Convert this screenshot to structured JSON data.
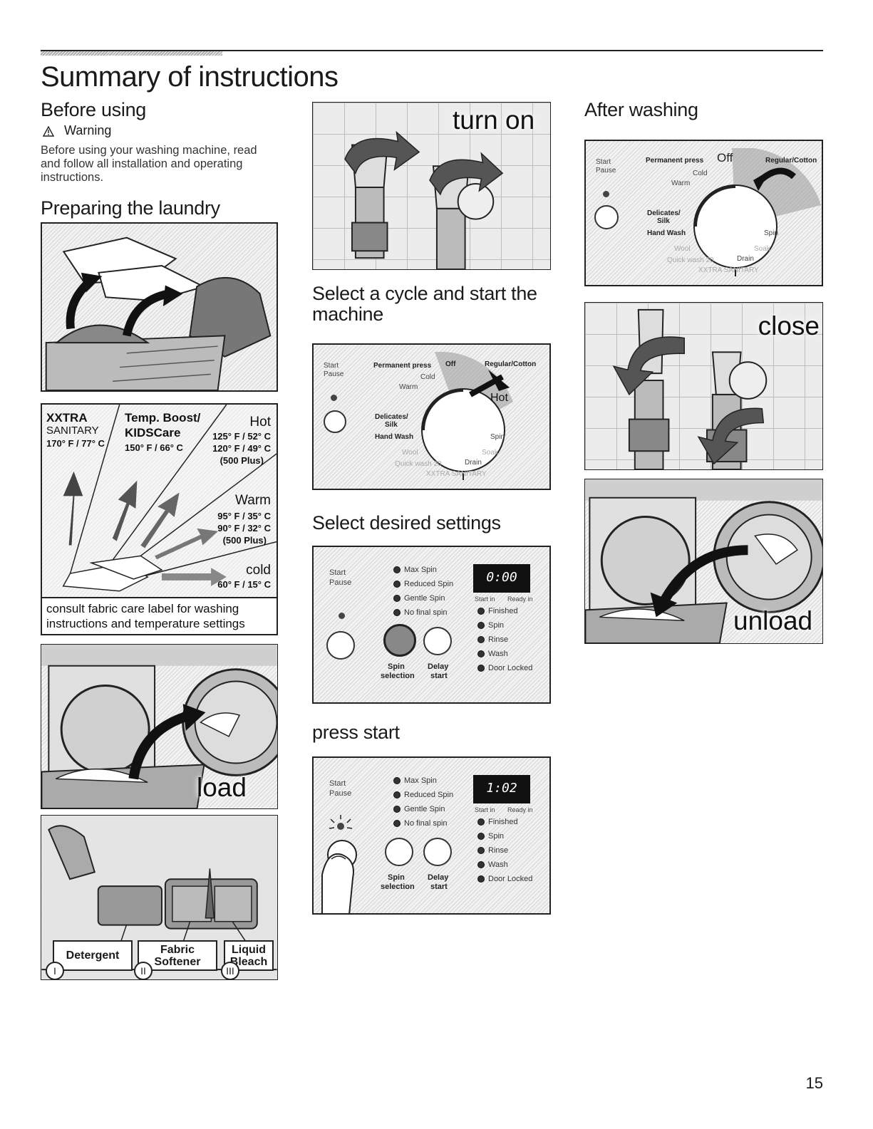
{
  "page": {
    "title": "Summary of instructions",
    "page_number": "15"
  },
  "before_using": {
    "heading": "Before using",
    "warning_label": "Warning",
    "text": "Before using your washing machine, read and follow all installation and operating instructions."
  },
  "preparing": {
    "heading": "Preparing the laundry",
    "temperatures": {
      "xxtra": "XXTRA",
      "sanitary": "SANITARY",
      "sanitary_temp": "170° F / 77° C",
      "boost": "Temp. Boost/",
      "kidscare": "KIDSCare",
      "kidscare_temp": "150° F / 66° C",
      "hot": "Hot",
      "hot_temp1": "125° F / 52° C",
      "hot_temp2": "120° F / 49° C",
      "hot_note": "(500 Plus)",
      "warm": "Warm",
      "warm_temp1": "95° F / 35° C",
      "warm_temp2": "90° F / 32° C",
      "warm_note": "(500 Plus)",
      "cold": "cold",
      "cold_temp": "60° F / 15° C"
    },
    "consult": "consult fabric care label for washing instructions and temperature settings",
    "load_label": "load",
    "dispenser": {
      "detergent": "Detergent",
      "softener": "Fabric Softener",
      "bleach": "Liquid Bleach",
      "n1": "I",
      "n2": "II",
      "n3": "III"
    }
  },
  "middle": {
    "turn_on": "turn on",
    "select_cycle": "Select a cycle and start the machine",
    "select_settings": "Select desired settings",
    "press_start": "press start"
  },
  "after": {
    "heading": "After washing",
    "close": "close",
    "unload": "unload"
  },
  "dial": {
    "start": "Start",
    "pause": "Pause",
    "permanent_press": "Permanent press",
    "off": "Off",
    "regular_cotton": "Regular/Cotton",
    "cold": "Cold",
    "warm": "Warm",
    "hot_setting": "Hot",
    "delicates": "Delicates/",
    "silk": "Silk",
    "hand_wash": "Hand Wash",
    "spin": "Spin",
    "drain": "Drain",
    "wool": "Wool",
    "soak": "Soak",
    "quick_wash": "Quick wash 20",
    "xxtra_sanitary": "XXTRA SANITARY"
  },
  "settings_panel": {
    "start": "Start",
    "pause": "Pause",
    "max_spin": "Max Spin",
    "reduced_spin": "Reduced Spin",
    "gentle_spin": "Gentle Spin",
    "no_final_spin": "No final spin",
    "spin_selection_1": "Spin",
    "spin_selection_2": "selection",
    "delay_1": "Delay",
    "delay_2": "start",
    "start_in": "Start in",
    "ready_in": "Ready in",
    "finished": "Finished",
    "spin": "Spin",
    "rinse": "Rinse",
    "wash": "Wash",
    "door_locked": "Door Locked",
    "display_settings": "0:00",
    "display_start": "1:02"
  },
  "colors": {
    "ink": "#1a1a1a",
    "rule": "#222222",
    "hatch_light": "#f2f2f2",
    "hatch_dark": "#d6d6d6"
  }
}
